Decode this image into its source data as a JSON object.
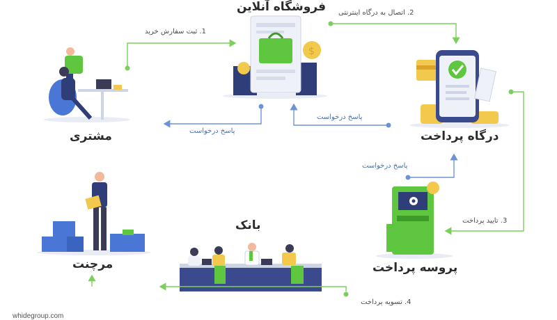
{
  "nodes": {
    "shop": "فروشگاه آنلاین",
    "customer": "مشتری",
    "gateway": "درگاه پرداخت",
    "process": "پروسه پرداخت",
    "bank": "بانک",
    "merchant": "مرچنت"
  },
  "steps": {
    "s1": "1. ثبت سفارش خرید",
    "s2": "2. اتصال به درگاه اینترنتی",
    "s3": "3. تایید پرداخت",
    "s4": "4. تسویه پرداخت"
  },
  "responses": {
    "r1": "پاسخ درخواست",
    "r2": "پاسخ درخواست",
    "r3": "پاسخ درخواست"
  },
  "watermark": "whidegroup.com",
  "colors": {
    "green_arrow": "#7ccf5a",
    "blue_arrow": "#6b93d6",
    "accent_green": "#5fc640",
    "navy": "#2f3d78",
    "gold": "#f2c94c"
  }
}
